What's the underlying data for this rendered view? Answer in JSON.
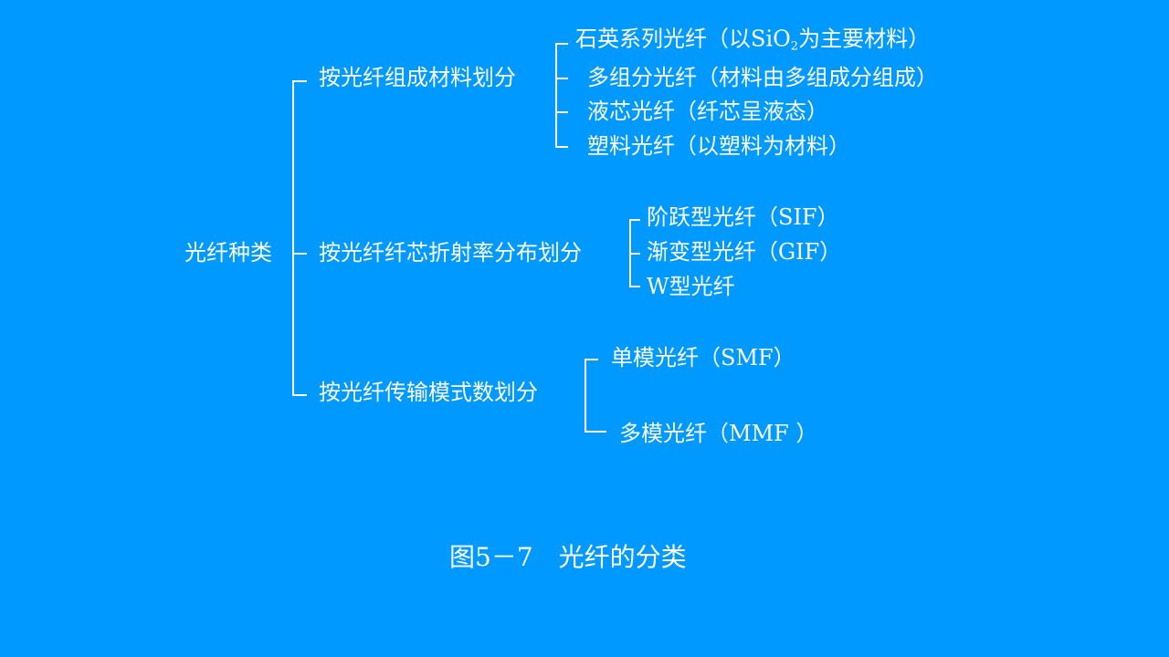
{
  "root": "光纤种类",
  "groups": [
    {
      "label": "按光纤组成材料划分",
      "items": [
        "石英系列光纤（以SiO",
        "2",
        "为主要材料）",
        "多组分光纤（材料由多组成分组成）",
        "液芯光纤（纤芯呈液态）",
        "塑料光纤（以塑料为材料）"
      ]
    },
    {
      "label": "按光纤纤芯折射率分布划分",
      "items": [
        "阶跃型光纤（SIF）",
        "渐变型光纤（GIF）",
        "W型光纤"
      ]
    },
    {
      "label": "按光纤传输模式数划分",
      "items": [
        "单模光纤（SMF）",
        "多模光纤（MMF ）"
      ]
    }
  ],
  "caption": "图5－7　光纤的分类"
}
